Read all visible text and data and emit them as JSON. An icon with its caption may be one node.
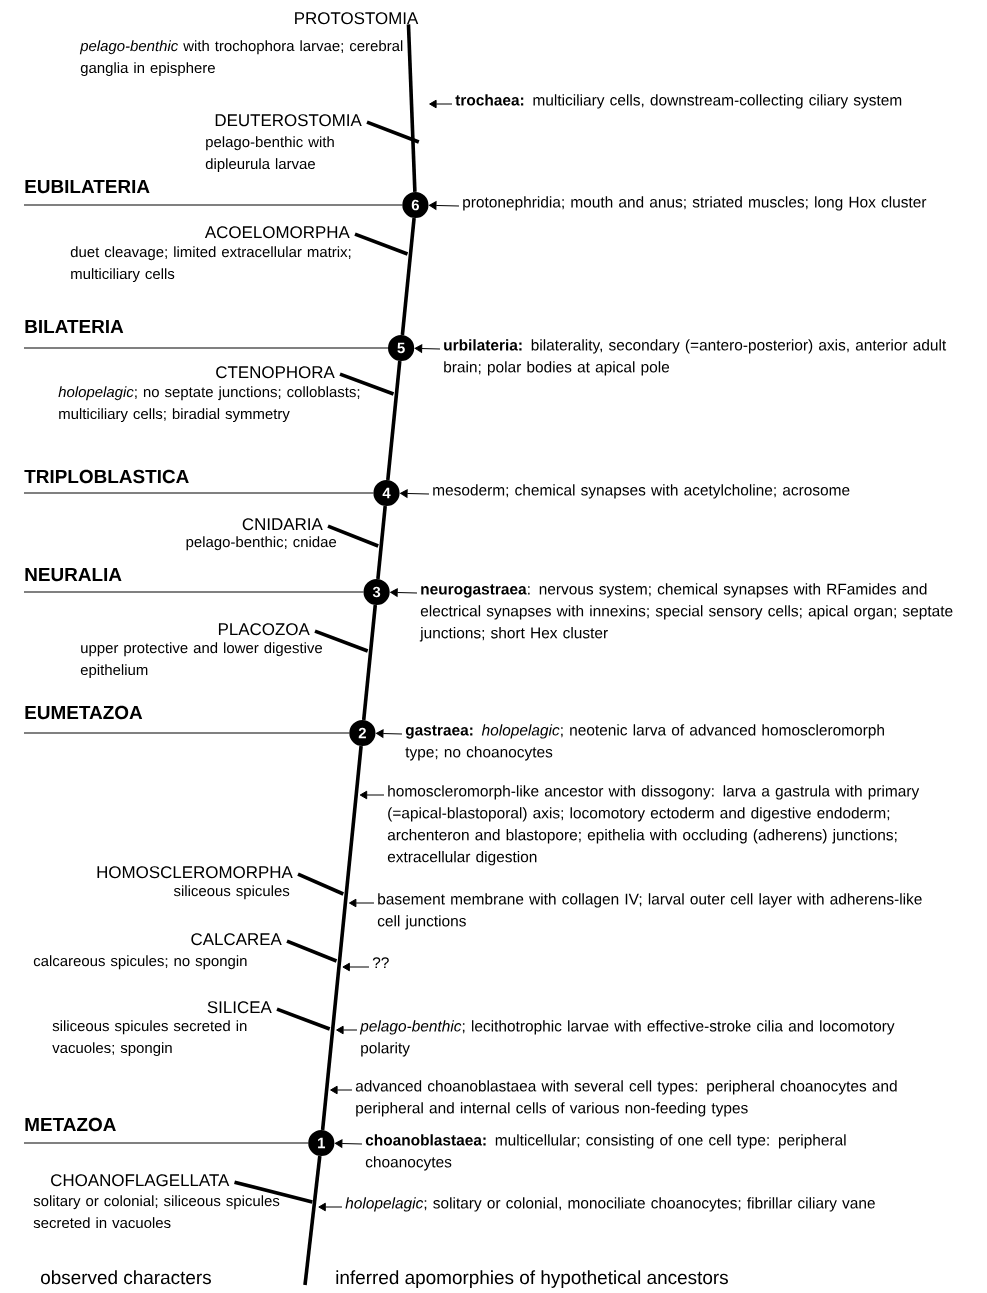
{
  "diagram": {
    "nodes": [
      {
        "text": [
          "PROTOSTOMIA",
          "*pelago-benthic* with trochophora larvae; cerebral ganglia in episphere"
        ]
      },
      {
        "text": [
          "**trochaea:** multiciliary cells, downstream-collecting ciliary system"
        ]
      },
      {
        "text": [
          "DEUTEROSTOMIA",
          "pelago-benthic with dipleurula larvae"
        ]
      },
      {
        "text": [
          "6"
        ]
      },
      {
        "text": [
          "EUBILATERIA"
        ]
      },
      {
        "text": [
          "protonephridia; mouth and anus; striated muscles; long Hox cluster"
        ]
      },
      {
        "text": [
          "ACOELOMORPHA",
          "duet cleavage; limited extracellular matrix; multiciliary cells"
        ]
      },
      {
        "text": [
          "BILATERIA"
        ]
      },
      {
        "text": [
          "5"
        ]
      },
      {
        "text": [
          "**urbilateria:** bilaterality, secondary (=antero-posterior) axis, anterior adult brain; polar bodies at apical pole"
        ]
      },
      {
        "text": [
          "CTENOPHORA",
          "*holopelagic*; no septate junctions; colloblasts; multiciliary cells; biradial symmetry"
        ]
      },
      {
        "text": [
          "TRIPLOBLASTICA"
        ]
      },
      {
        "text": [
          "4"
        ]
      },
      {
        "text": [
          "mesoderm; chemical synapses with acetylcholine; acrosome"
        ]
      },
      {
        "text": [
          "CNIDARIA",
          "pelago-benthic; cnidae"
        ]
      },
      {
        "text": [
          "NEURALIA"
        ]
      },
      {
        "text": [
          "3"
        ]
      },
      {
        "text": [
          "**neurogastraea**: nervous system; chemical synapses with RFamides and electrical synapses with innexins; special sensory cells; apical organ; septate junctions; short Hex cluster"
        ]
      },
      {
        "text": [
          "PLACOZOA",
          "upper protective and lower digestive epithelium"
        ]
      },
      {
        "text": [
          "EUMETAZOA"
        ]
      },
      {
        "text": [
          "2"
        ]
      },
      {
        "text": [
          "**gastraea:** *holopelagic*; neotenic larva of advanced homoscleromorph type; no choanocytes"
        ]
      },
      {
        "text": [
          "homoscleromorph-like ancestor with dissogony: larva a gastrula with primary (=apical-blastoporal) axis; locomotory ectoderm and digestive endoderm; archenteron and blastopore; epithelia with occluding (adherens) junctions; extracellular digestion"
        ]
      },
      {
        "text": [
          "HOMOSCLEROMORPHA",
          "siliceous spicules"
        ]
      },
      {
        "text": [
          "basement membrane with collagen IV; larval outer cell layer with adherens-like cell junctions"
        ]
      },
      {
        "text": [
          "CALCAREA",
          "calcareous spicules; no spongin"
        ]
      },
      {
        "text": [
          "??"
        ]
      },
      {
        "text": [
          "SILICEA",
          "siliceous spicules secreted in vacuoles; spongin"
        ]
      },
      {
        "text": [
          "*pelago-benthic*; lecithotrophic larvae with effective-stroke cilia and locomotory polarity"
        ]
      },
      {
        "text": [
          "advanced choanoblastaea with several cell types: peripheral choanocytes and peripheral and internal cells of various non-feeding types"
        ]
      },
      {
        "text": [
          "METAZOA"
        ]
      },
      {
        "text": [
          "1"
        ]
      },
      {
        "text": [
          "**choanoblastaea:** multicellular; consisting of one cell type: peripheral choanocytes"
        ]
      },
      {
        "text": [
          "CHOANOFLAGELLATA",
          "solitary or colonial; siliceous spicules secreted in vacuoles"
        ]
      },
      {
        "text": [
          "*holopelagic*; solitary or colonial, monociliate choanocytes; fibrillar ciliary vane"
        ]
      }
    ],
    "edges": [
      {
        "from": null,
        "to": 31,
        "arrow": "none",
        "style": "thick"
      },
      {
        "from": 31,
        "to": 20,
        "arrow": "none",
        "style": "thick"
      },
      {
        "from": 20,
        "to": 16,
        "arrow": "none",
        "style": "thick"
      },
      {
        "from": 16,
        "to": 12,
        "arrow": "none",
        "style": "thick"
      },
      {
        "from": 12,
        "to": 8,
        "arrow": "none",
        "style": "thick"
      },
      {
        "from": 8,
        "to": 3,
        "arrow": "none",
        "style": "thick"
      },
      {
        "from": 3,
        "to": 0,
        "arrow": "none",
        "style": "thick"
      },
      {
        "from": 4,
        "to": 3,
        "arrow": "none"
      },
      {
        "from": 7,
        "to": 8,
        "arrow": "none"
      },
      {
        "from": 11,
        "to": 12,
        "arrow": "none"
      },
      {
        "from": 15,
        "to": 16,
        "arrow": "none"
      },
      {
        "from": 19,
        "to": 20,
        "arrow": "none"
      },
      {
        "from": 30,
        "to": 31,
        "arrow": "none"
      },
      {
        "from": 2,
        "to": null,
        "arrow": "none",
        "style": "thick"
      },
      {
        "from": 6,
        "to": null,
        "arrow": "none",
        "style": "thick"
      },
      {
        "from": 10,
        "to": null,
        "arrow": "none",
        "style": "thick"
      },
      {
        "from": 14,
        "to": null,
        "arrow": "none",
        "style": "thick"
      },
      {
        "from": 18,
        "to": null,
        "arrow": "none",
        "style": "thick"
      },
      {
        "from": 23,
        "to": null,
        "arrow": "none",
        "style": "thick"
      },
      {
        "from": 25,
        "to": null,
        "arrow": "none",
        "style": "thick"
      },
      {
        "from": 27,
        "to": null,
        "arrow": "none",
        "style": "thick"
      },
      {
        "from": 33,
        "to": null,
        "arrow": "none",
        "style": "thick"
      },
      {
        "from": 1,
        "to": null,
        "arrow": "to"
      },
      {
        "from": 5,
        "to": 3,
        "arrow": "to"
      },
      {
        "from": 9,
        "to": 8,
        "arrow": "to"
      },
      {
        "from": 13,
        "to": 12,
        "arrow": "to"
      },
      {
        "from": 17,
        "to": 16,
        "arrow": "to"
      },
      {
        "from": 21,
        "to": 20,
        "arrow": "to"
      },
      {
        "from": 22,
        "to": null,
        "arrow": "to"
      },
      {
        "from": 24,
        "to": null,
        "arrow": "to"
      },
      {
        "from": 26,
        "to": null,
        "arrow": "to"
      },
      {
        "from": 28,
        "to": null,
        "arrow": "to"
      },
      {
        "from": 29,
        "to": null,
        "arrow": "to"
      },
      {
        "from": 32,
        "to": 31,
        "arrow": "to"
      },
      {
        "from": 34,
        "to": null,
        "arrow": "to"
      }
    ],
    "labels": [
      "observed characters",
      "inferred apomorphies of hypothetical ancestors"
    ]
  }
}
